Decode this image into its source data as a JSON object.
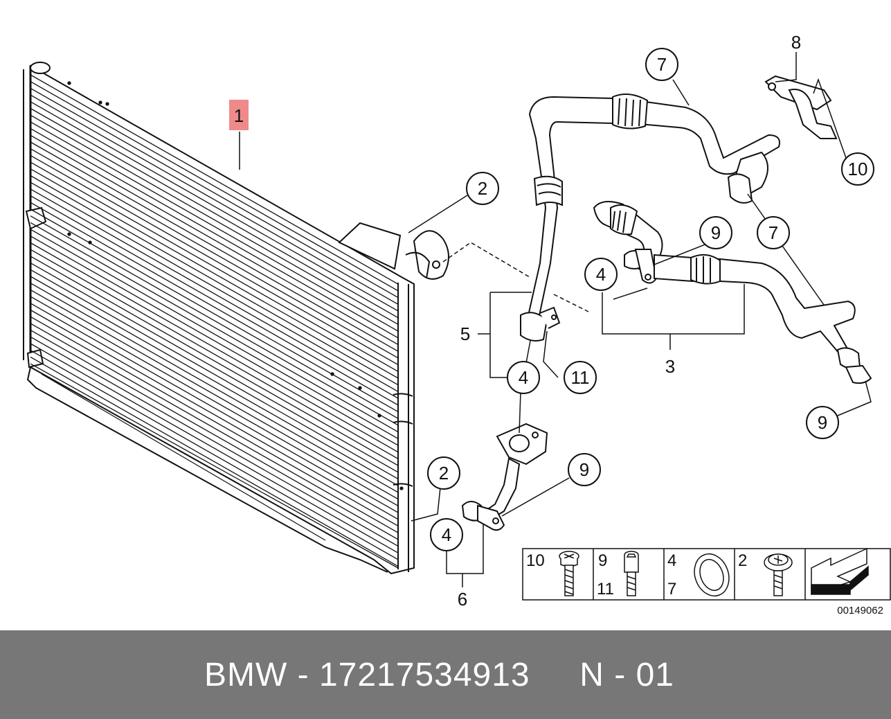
{
  "callouts": {
    "c1": "1",
    "c2a": "2",
    "c2b": "2",
    "c4a": "4",
    "c4b": "4",
    "c4c": "4",
    "c7a": "7",
    "c7b": "7",
    "c8": "8",
    "c9a": "9",
    "c9b": "9",
    "c9c": "9",
    "c10": "10",
    "c11": "11"
  },
  "groups": {
    "g3": "3",
    "g5": "5",
    "g6": "6"
  },
  "legend": {
    "cells": [
      {
        "numbers": [
          "10"
        ],
        "icon": "screw-icon"
      },
      {
        "numbers": [
          "9",
          "11"
        ],
        "icon": "hex-bolt-icon"
      },
      {
        "numbers": [
          "4",
          "7"
        ],
        "icon": "seal-ring-icon"
      },
      {
        "numbers": [
          "2"
        ],
        "icon": "collar-screw-icon"
      },
      {
        "numbers": [],
        "icon": "arrow-icon"
      }
    ]
  },
  "reference_code": "00149062",
  "footer": {
    "text": "BMW - 17217534913     N - 01"
  },
  "colors": {
    "highlight": "#f08a8a",
    "footer_bg": "#777777",
    "footer_text": "#ffffff",
    "line": "#111111"
  }
}
